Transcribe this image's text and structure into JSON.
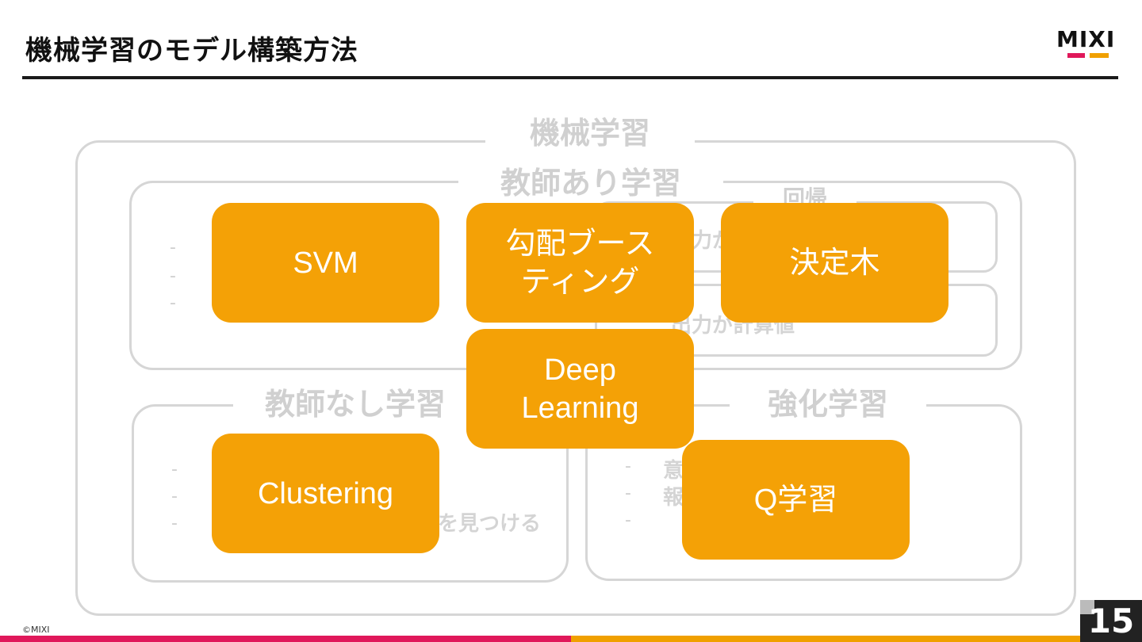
{
  "slide": {
    "title": "機械学習のモデル構築方法",
    "page_number": "15",
    "copyright": "©MIXI"
  },
  "logo": {
    "text": "MIXI"
  },
  "diagram": {
    "outer_label": "機械学習",
    "supervised_label": "教師あり学習",
    "regression_label": "回帰",
    "regression_text": "出力が",
    "classification_text": "出力が計算値",
    "unsupervised_label": "教師なし学習",
    "unsupervised_text": "を見つける",
    "reinforcement_label": "強化学習",
    "reinforcement_text_1": "意",
    "reinforcement_text_2": "報"
  },
  "cards": {
    "svm": "SVM",
    "boosting": "勾配ブース\nティング",
    "decision_tree": "決定木",
    "deep_learning": "Deep\nLearning",
    "clustering": "Clustering",
    "q_learning": "Q学習"
  },
  "colors": {
    "accent_orange": "#f4a106",
    "accent_pink": "#e0185a",
    "faint_gray": "#d6d6d6"
  }
}
